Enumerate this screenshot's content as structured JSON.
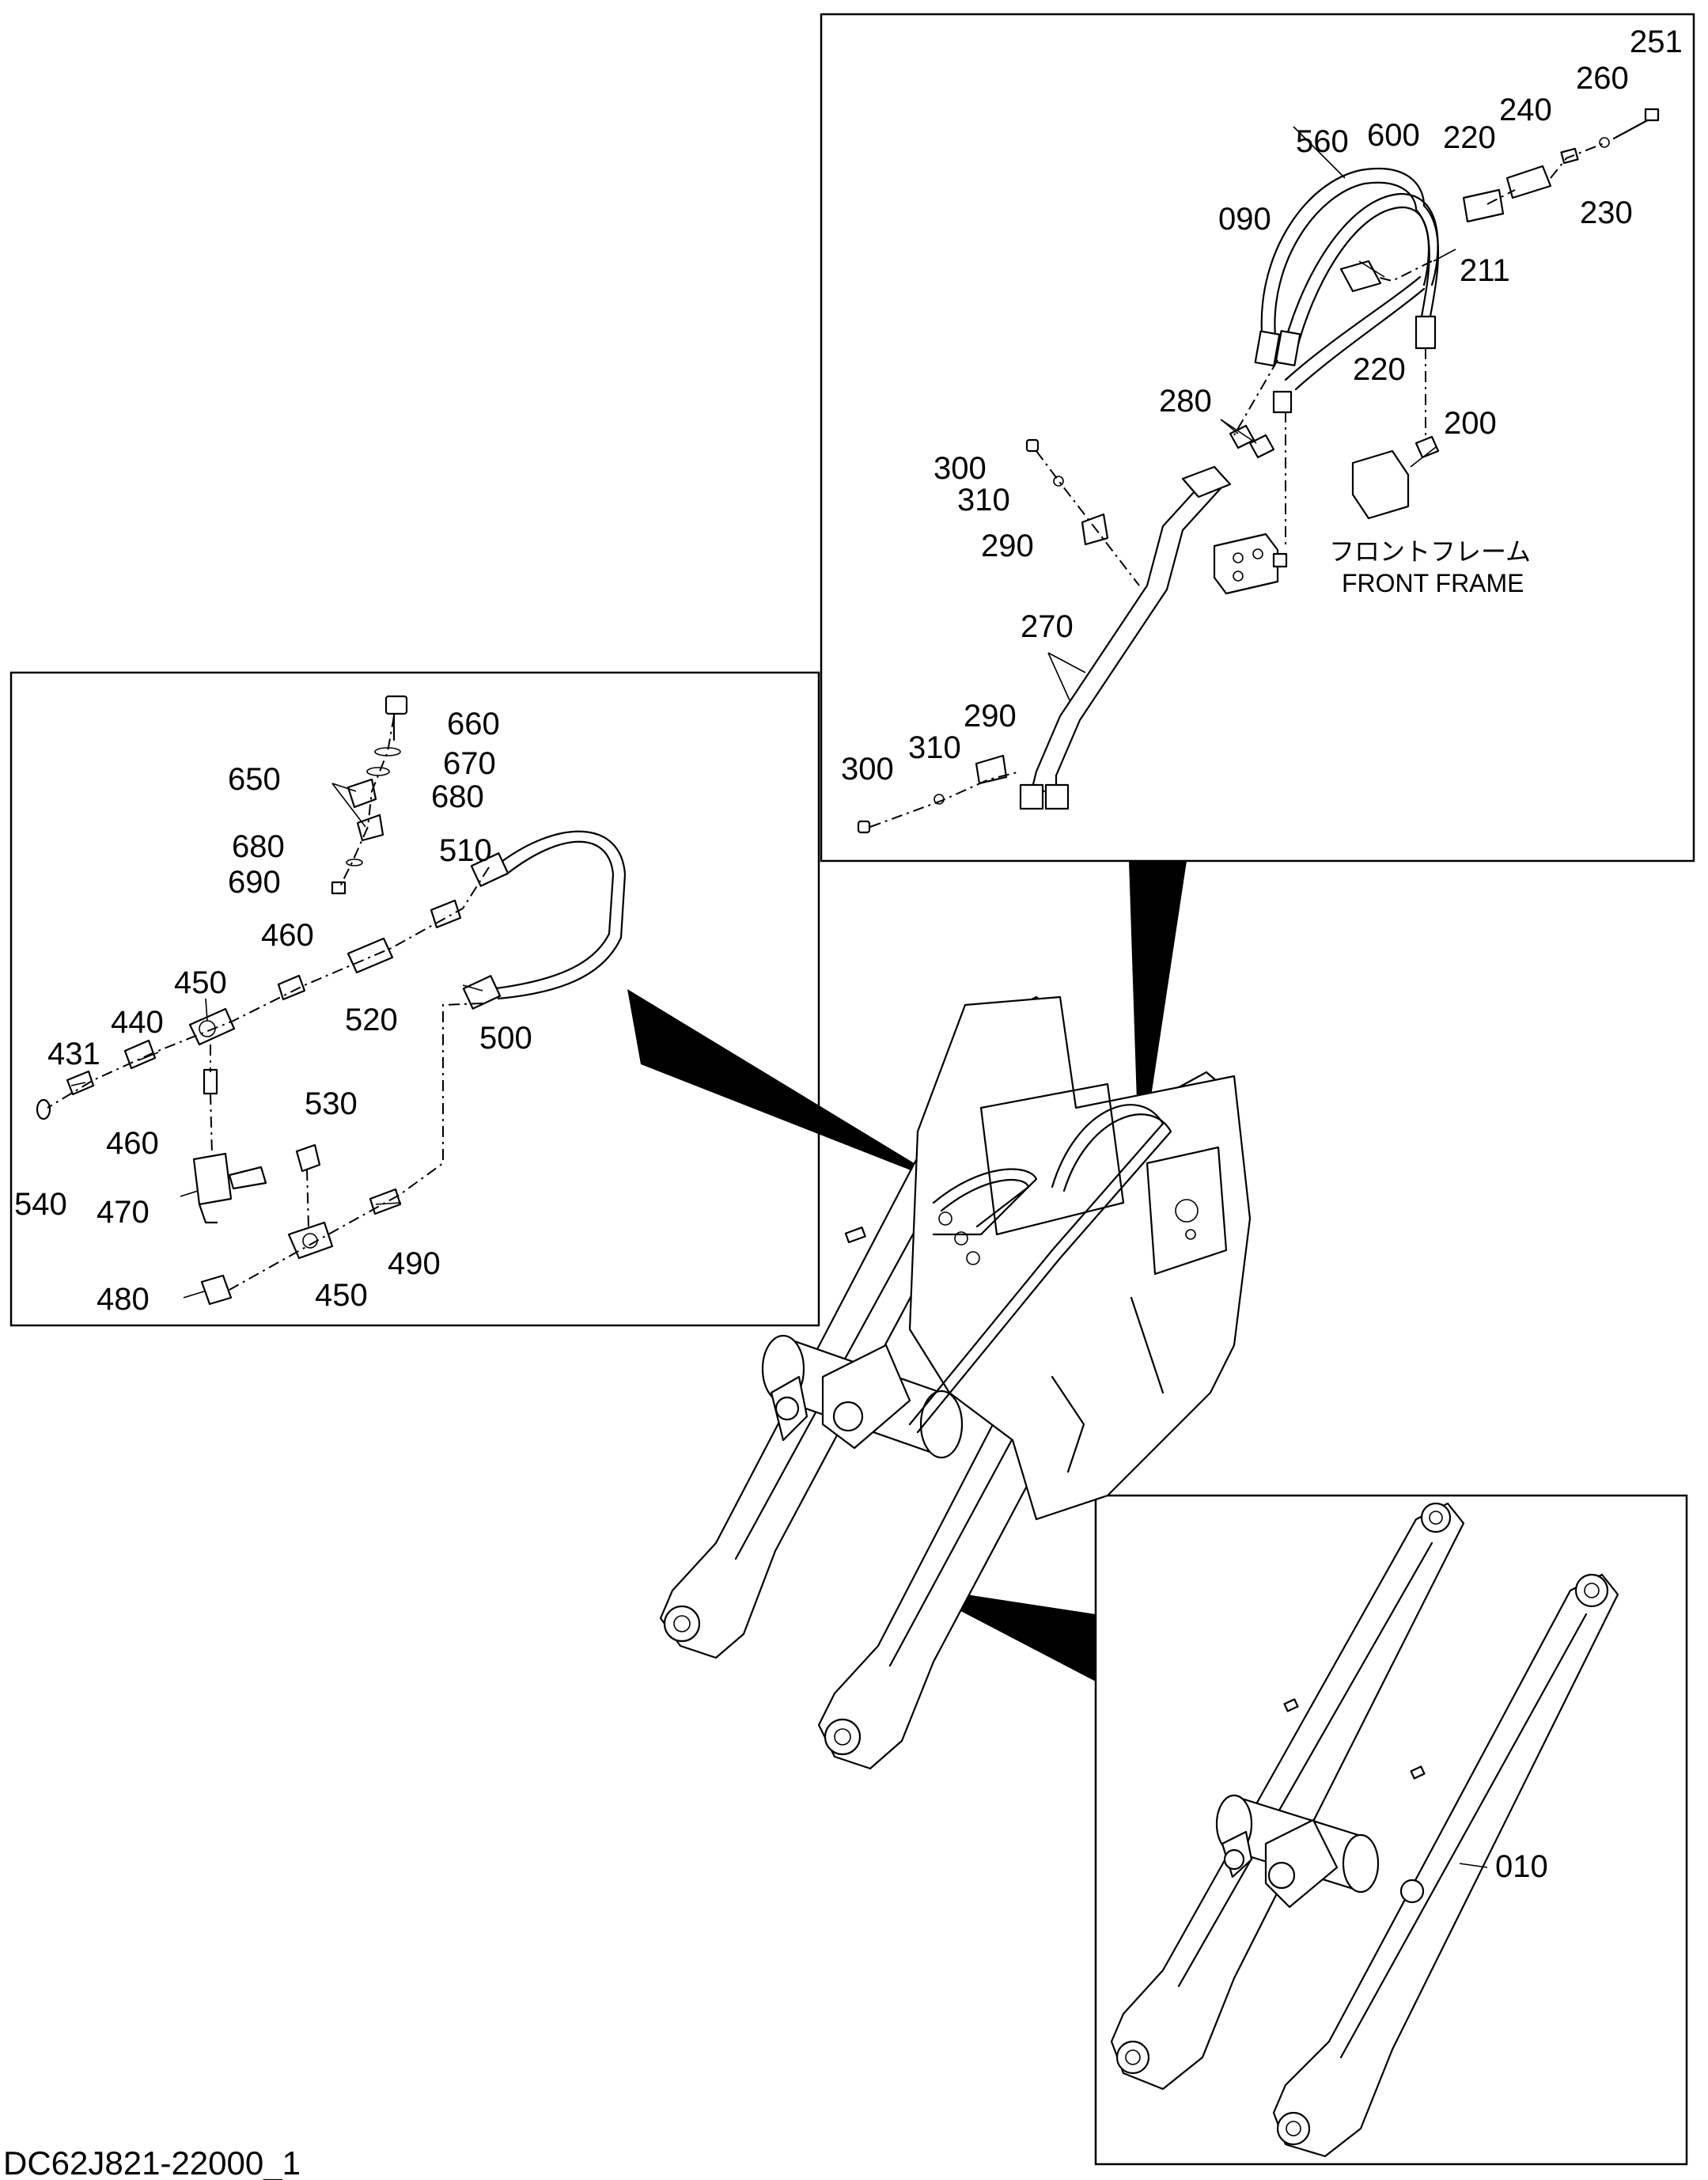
{
  "document_id": "DC62J821-22000_1",
  "frame_label": {
    "jp": "フロントフレーム",
    "en": "FRONT FRAME"
  },
  "callouts_top_right": [
    "251",
    "260",
    "240",
    "560",
    "600",
    "220",
    "230",
    "090",
    "211",
    "220",
    "280",
    "200",
    "300",
    "310",
    "290",
    "270",
    "290",
    "300",
    "310"
  ],
  "callouts_left": [
    "660",
    "670",
    "650",
    "680",
    "680",
    "690",
    "510",
    "460",
    "450",
    "520",
    "440",
    "431",
    "500",
    "460",
    "530",
    "540",
    "470",
    "490",
    "480",
    "450"
  ],
  "callouts_bottom_right": [
    "010"
  ]
}
